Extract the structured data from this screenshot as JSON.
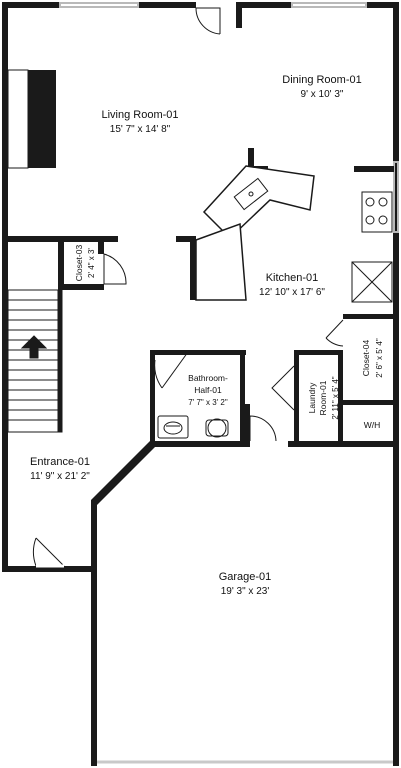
{
  "rooms": {
    "living": {
      "name": "Living Room-01",
      "dim": "15' 7\" x 14' 8\""
    },
    "dining": {
      "name": "Dining Room-01",
      "dim": "9' x 10' 3\""
    },
    "kitchen": {
      "name": "Kitchen-01",
      "dim": "12' 10\" x 17' 6\""
    },
    "closet03": {
      "name": "Closet-03",
      "dim": "2' 4\" x 3'"
    },
    "bathroom": {
      "name1": "Bathroom-",
      "name2": "Half-01",
      "dim": "7' 7\" x 3' 2\""
    },
    "laundry": {
      "name1": "Laundry",
      "name2": "Room-01",
      "dim": "2' 11\" x 5' 4\""
    },
    "closet04": {
      "name": "Closet-04",
      "dim": "2' 6\" x 5' 4\""
    },
    "wh": {
      "name": "W/H"
    },
    "entrance": {
      "name": "Entrance-01",
      "dim": "11' 9\" x 21' 2\""
    },
    "garage": {
      "name": "Garage-01",
      "dim": "19' 3\" x 23'"
    }
  },
  "fixtures": {
    "fireplace": "Fireplace"
  },
  "colors": {
    "wall": "#1a1a1a",
    "window": "#b9b9b9"
  }
}
